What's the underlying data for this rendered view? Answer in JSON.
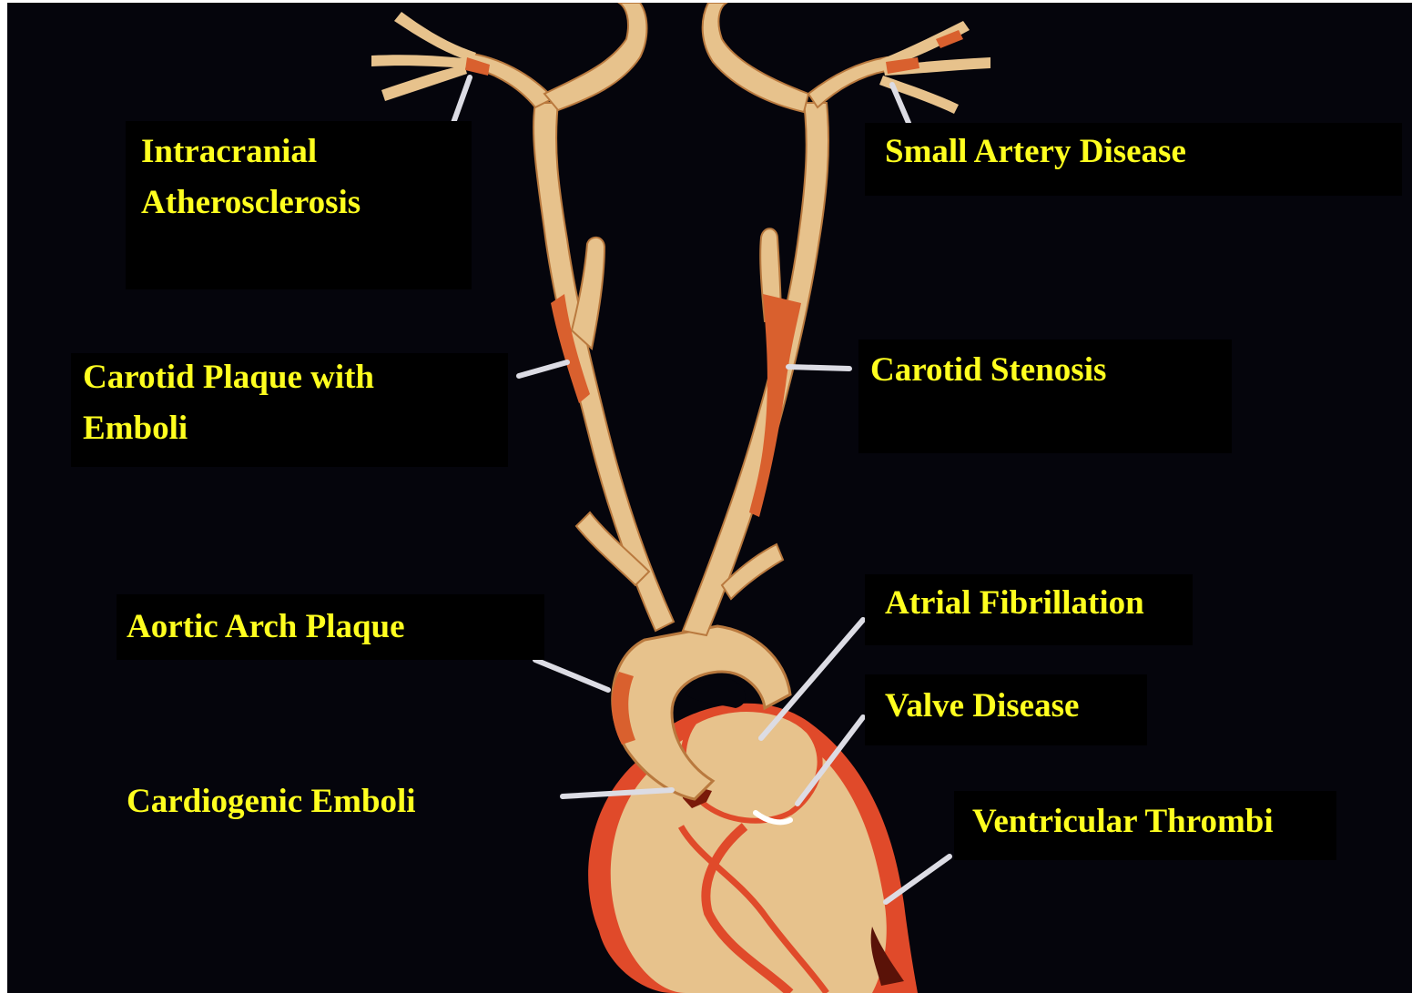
{
  "colors": {
    "background": "#05050c",
    "label_text": "#ffff1f",
    "vessel": "#e7c28c",
    "vessel_outline": "#b9793e",
    "plaque": "#d9602e",
    "heart_wall": "#e04a2a",
    "pointer": "#dcdce4"
  },
  "labels": {
    "intracranial_line1": "Intracranial",
    "intracranial_line2": "Atherosclerosis",
    "small_artery": "Small Artery Disease",
    "carotid_plaque_line1": "Carotid Plaque with",
    "carotid_plaque_line2": "Emboli",
    "carotid_stenosis": "Carotid Stenosis",
    "aortic_arch": "Aortic Arch Plaque",
    "atrial_fib": "Atrial Fibrillation",
    "valve_disease": "Valve Disease",
    "cardiogenic": "Cardiogenic Emboli",
    "ventricular": "Ventricular Thrombi"
  }
}
